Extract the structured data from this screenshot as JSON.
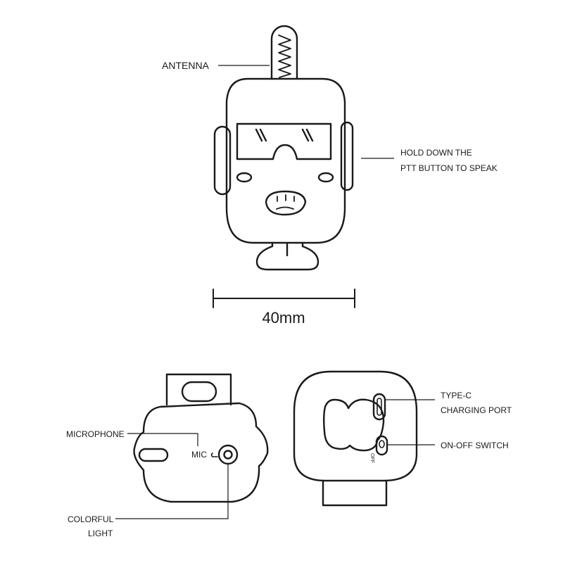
{
  "colors": {
    "stroke": "#1a1a1a",
    "background": "#ffffff"
  },
  "labels": {
    "antenna": "ANTENNA",
    "ptt_line1": "HOLD DOWN THE",
    "ptt_line2": "PTT BUTTON TO SPEAK",
    "dimension": "40mm",
    "microphone": "MICROPHONE",
    "mic": "MIC",
    "light_line1": "COLORFUL",
    "light_line2": "LIGHT",
    "typec_line1": "TYPE-C",
    "typec_line2": "CHARGING PORT",
    "switch": "ON-OFF SWITCH",
    "off_mark": "OFF"
  }
}
